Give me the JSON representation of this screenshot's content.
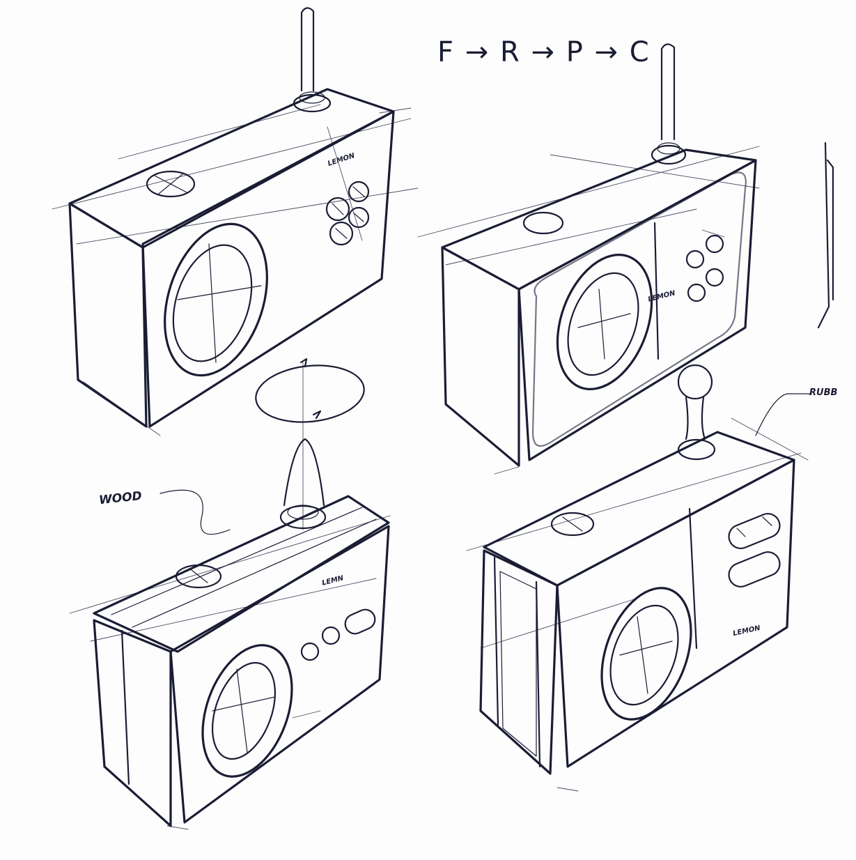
{
  "sheet": {
    "formula": "F → R → P → C",
    "annotations": {
      "wood": "WOOD",
      "rubber": "RUBB"
    },
    "brand_marks": [
      "LEMON",
      "LEMON",
      "LEMN",
      "LEMON"
    ]
  }
}
